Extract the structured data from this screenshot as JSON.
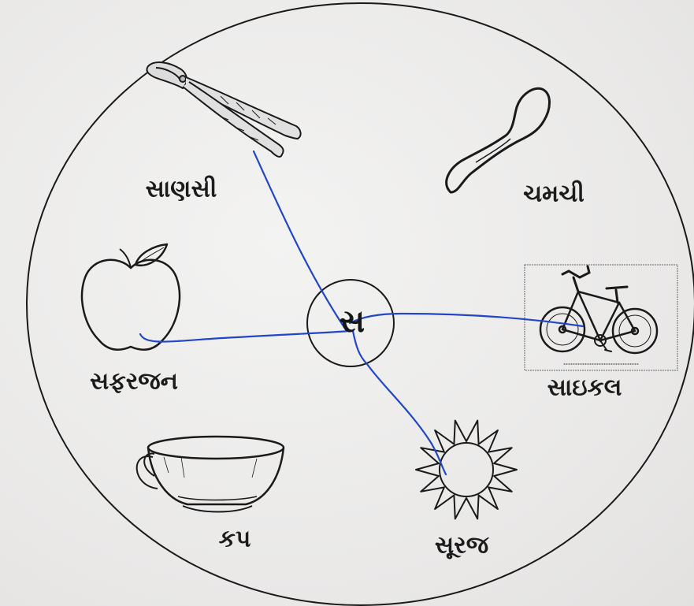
{
  "center_letter": "સ",
  "items": {
    "tongs": "સાણસી",
    "spoon": "ચમચી",
    "apple": "સફરજન",
    "bicycle": "સાઇકલ",
    "cup": "કપ",
    "sun": "સૂરજ"
  },
  "colors": {
    "ink": "#1a1a1a",
    "pen": "#2346c7",
    "paper": "#ecebea"
  },
  "pictures": [
    "tongs-icon",
    "spoon-icon",
    "apple-icon",
    "bicycle-icon",
    "cup-icon",
    "sun-icon"
  ]
}
